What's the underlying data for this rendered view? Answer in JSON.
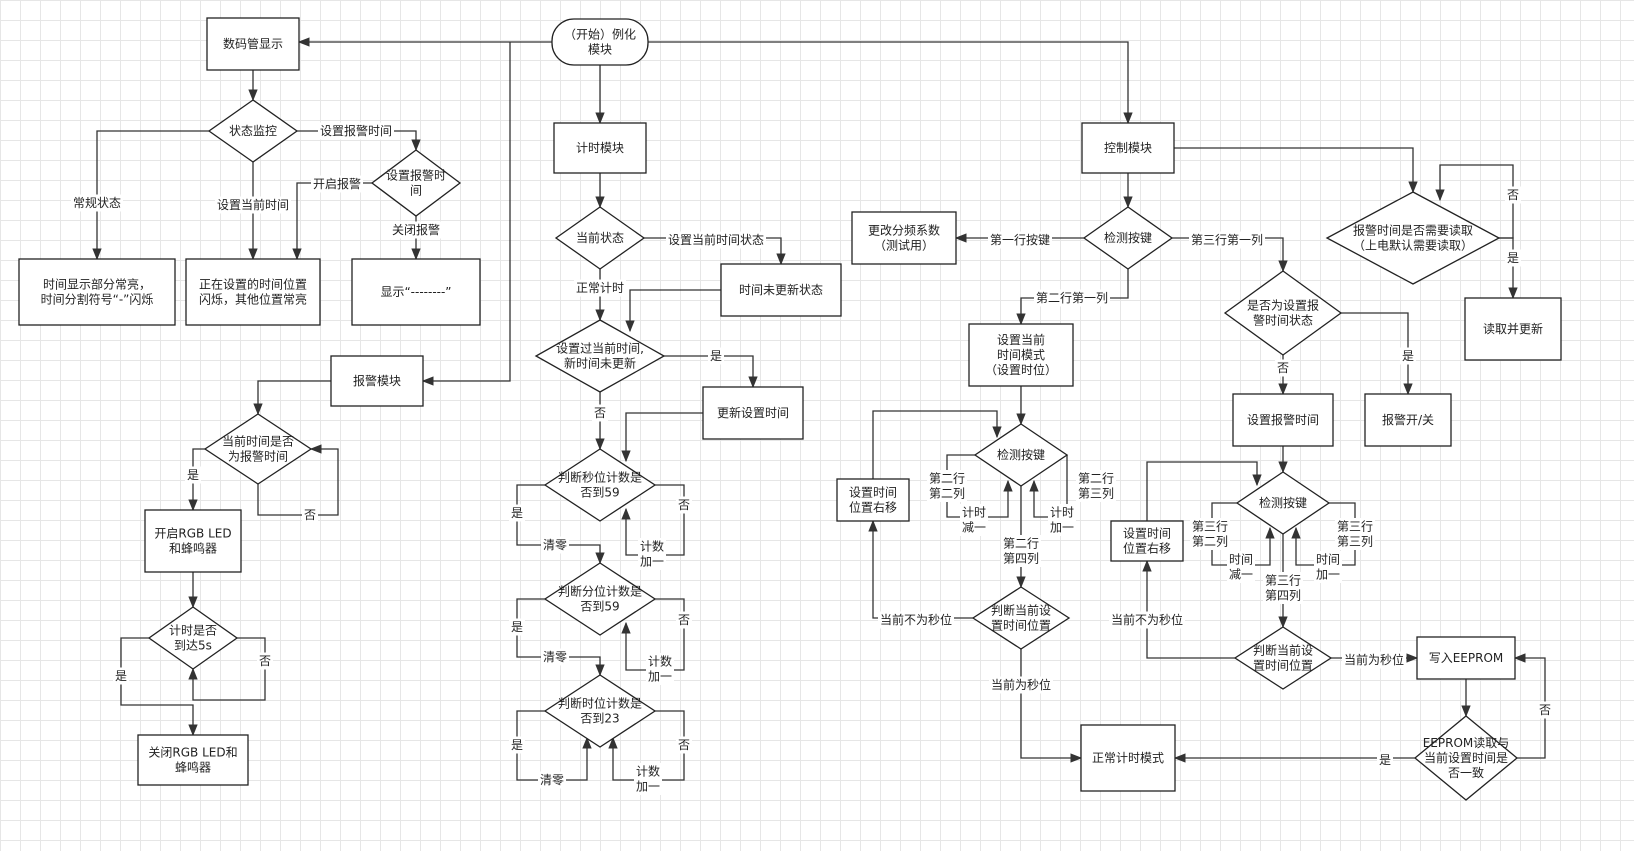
{
  "nodes": {
    "start": {
      "lines": [
        "（开始）例化",
        "模块"
      ]
    },
    "display": {
      "lines": [
        "数码管显示"
      ]
    },
    "state_monitor": {
      "lines": [
        "状态监控"
      ]
    },
    "normal_show": {
      "lines": [
        "时间显示部分常亮，",
        "时间分割符号“-”闪烁"
      ]
    },
    "setting_show": {
      "lines": [
        "正在设置的时间位置",
        "闪烁，其他位置常亮"
      ]
    },
    "alarm_time_diamond": {
      "lines": [
        "设置报警时",
        "间"
      ]
    },
    "dash_show": {
      "lines": [
        "显示“--------”"
      ]
    },
    "alarm_module": {
      "lines": [
        "报警模块"
      ]
    },
    "is_alarm_time": {
      "lines": [
        "当前时间是否",
        "为报警时间"
      ]
    },
    "rgb_on": {
      "lines": [
        "开启RGB LED",
        "和蜂鸣器"
      ]
    },
    "reach_5s": {
      "lines": [
        "计时是否",
        "到达5s"
      ]
    },
    "rgb_off": {
      "lines": [
        "关闭RGB LED和",
        "蜂鸣器"
      ]
    },
    "timer_module": {
      "lines": [
        "计时模块"
      ]
    },
    "current_state": {
      "lines": [
        "当前状态"
      ]
    },
    "not_updated": {
      "lines": [
        "时间未更新状态"
      ]
    },
    "set_not_updated": {
      "lines": [
        "设置过当前时间,",
        "新时间未更新"
      ]
    },
    "update_time": {
      "lines": [
        "更新设置时间"
      ]
    },
    "sec59": {
      "lines": [
        "判断秒位计数是",
        "否到59"
      ]
    },
    "min59": {
      "lines": [
        "判断分位计数是",
        "否到59"
      ]
    },
    "hour23": {
      "lines": [
        "判断时位计数是",
        "否到23"
      ]
    },
    "control_module": {
      "lines": [
        "控制模块"
      ]
    },
    "detect_key": {
      "lines": [
        "检测按键"
      ]
    },
    "change_div": {
      "lines": [
        "更改分频系数",
        "（测试用）"
      ]
    },
    "set_time_mode": {
      "lines": [
        "设置当前",
        "时间模式",
        "（设置时位）"
      ]
    },
    "detect_key2": {
      "lines": [
        "检测按键"
      ]
    },
    "shift_right_a": {
      "lines": [
        "设置时间",
        "位置右移"
      ]
    },
    "judge_pos_a": {
      "lines": [
        "判断当前设",
        "置时间位置"
      ]
    },
    "normal_mode": {
      "lines": [
        "正常计时模式"
      ]
    },
    "is_alarm_state": {
      "lines": [
        "是否为设置报",
        "警时间状态"
      ]
    },
    "set_alarm_time": {
      "lines": [
        "设置报警时间"
      ]
    },
    "alarm_onoff": {
      "lines": [
        "报警开/关"
      ]
    },
    "detect_key3": {
      "lines": [
        "检测按键"
      ]
    },
    "shift_right_b": {
      "lines": [
        "设置时间",
        "位置右移"
      ]
    },
    "judge_pos_b": {
      "lines": [
        "判断当前设",
        "置时间位置"
      ]
    },
    "write_eeprom": {
      "lines": [
        "写入EEPROM"
      ]
    },
    "eeprom_check": {
      "lines": [
        "EEPROM读取与",
        "当前设置时间是",
        "否一致"
      ]
    },
    "need_read": {
      "lines": [
        "报警时间是否需要读取",
        "（上电默认需要读取）"
      ]
    },
    "read_update": {
      "lines": [
        "读取并更新"
      ]
    }
  },
  "labels": {
    "l_set_alarm": "设置报警时间",
    "l_open_alarm": "开启报警",
    "l_close_alarm": "关闭报警",
    "l_normal_state": "常规状态",
    "l_set_cur_time": "设置当前时间",
    "l_yes_alarm": "是",
    "l_no_alarm": "否",
    "l_yes_5s": "是",
    "l_no_5s": "否",
    "l_set_cur_state": "设置当前时间状态",
    "l_normal_timing": "正常计时",
    "l_yes_upd": "是",
    "l_no_upd": "否",
    "l_sec_yes": "是",
    "l_sec_no": "否",
    "l_sec_clear": "清零",
    "l_sec_add": [
      "计数",
      "加一"
    ],
    "l_min_yes": "是",
    "l_min_no": "否",
    "l_min_clear": "清零",
    "l_min_add": [
      "计数",
      "加一"
    ],
    "l_hour_yes": "是",
    "l_hour_no": "否",
    "l_hour_clear": "清零",
    "l_hour_add": [
      "计数",
      "加一"
    ],
    "l_row1": "第一行按键",
    "l_row2col1": "第二行第一列",
    "l_row3col1": "第三行第一列",
    "l_r2c2": [
      "第二行",
      "第二列"
    ],
    "l_r2c3": [
      "第二行",
      "第三列"
    ],
    "l_dec_a": [
      "计时",
      "减一"
    ],
    "l_inc_a": [
      "计时",
      "加一"
    ],
    "l_r2c4": [
      "第二行",
      "第四列"
    ],
    "l_not_sec_a": "当前不为秒位",
    "l_is_sec_a": "当前为秒位",
    "l_alarm_no": "否",
    "l_alarm_yes": "是",
    "l_r3c2": [
      "第三行",
      "第二列"
    ],
    "l_r3c3": [
      "第三行",
      "第三列"
    ],
    "l_dec_b": [
      "时间",
      "减一"
    ],
    "l_inc_b": [
      "时间",
      "加一"
    ],
    "l_r3c4": [
      "第三行",
      "第四列"
    ],
    "l_not_sec_b": "当前不为秒位",
    "l_is_sec_b": "当前为秒位",
    "l_eeprom_yes": "是",
    "l_eeprom_no": "否",
    "l_read_no": "否",
    "l_read_yes": "是"
  },
  "colors": {
    "stroke": "#222222",
    "fill": "#ffffff",
    "grid": "#e6e6e6"
  }
}
